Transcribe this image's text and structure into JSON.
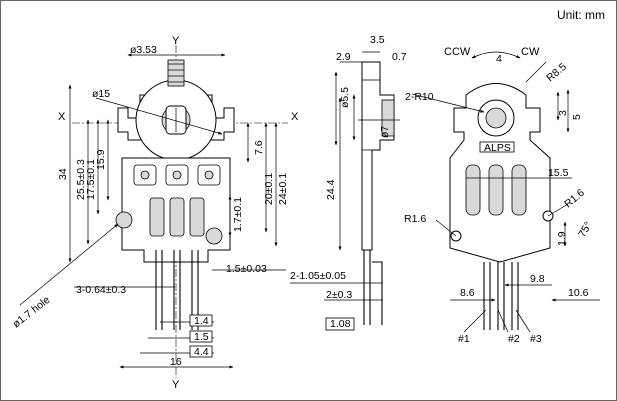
{
  "unit_label": "Unit: mm",
  "front_view": {
    "axis_x": "X",
    "axis_y": "Y",
    "shaft_dia": "ø3.53",
    "body_dia": "ø15",
    "hole_label": "ø1.7 hole",
    "dim_34": "34",
    "dim_25_5": "25.5±0.3",
    "dim_17_5": "17.5±0.1",
    "dim_15_9": "15.9",
    "dim_7_6": "7.6",
    "dim_20": "20±0.1",
    "dim_24": "24±0.1",
    "dim_1_7": "1.7±0.1",
    "dim_1_5_left": "1.5±0.03",
    "dim_3_064": "3-0.64±0.3",
    "dim_1_4": "1.4",
    "dim_1_5": "1.5",
    "dim_4_4": "4.4",
    "dim_16": "16"
  },
  "side_view": {
    "dim_3_5": "3.5",
    "dim_2_9": "2.9",
    "dim_0_7": "0.7",
    "dim_5_5": "ø5.5",
    "dim_7": "ø7",
    "dim_24_4": "24.4",
    "dim_2_105": "2-1.05±0.05",
    "dim_2": "2±0.3",
    "dim_1_08": "1.08"
  },
  "rear_view": {
    "ccw": "CCW",
    "cw": "CW",
    "dim_4": "4",
    "r8_5": "R8.5",
    "r10": "2-R10",
    "dim_3": "3",
    "dim_5": "5",
    "brand": "ALPS",
    "dim_15_5": "15.5",
    "r1_6_left": "R1.6",
    "r1_6_right": "R1.6",
    "dim_1_9": "1.9",
    "angle_75": "75°",
    "dim_8_6": "8.6",
    "dim_9_8": "9.8",
    "dim_10_6": "10.6",
    "pin1": "#1",
    "pin2": "#2",
    "pin3": "#3"
  }
}
